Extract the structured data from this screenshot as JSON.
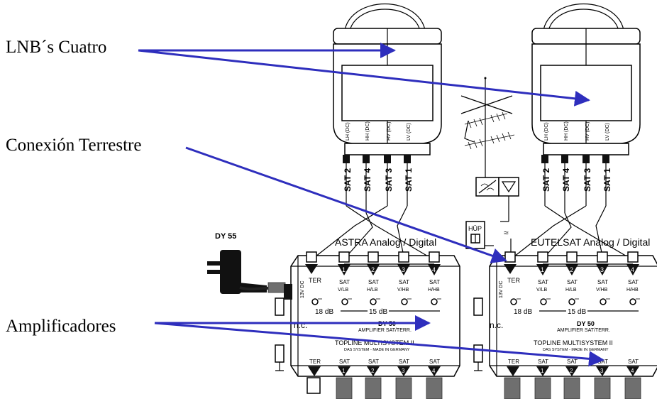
{
  "callouts": {
    "lnb": "LNB´s Cuatro",
    "terrestrial": "Conexión Terrestre",
    "amplifiers": "Amplificadores"
  },
  "power_supply_label": "DY 55",
  "hup_label": "HÜP",
  "lnb_ports": [
    "LH (DC)",
    "HH (DC)",
    "HV (DC)",
    "LV (DC)"
  ],
  "sat_cables": [
    "SAT 2",
    "SAT 4",
    "SAT 3",
    "SAT 1"
  ],
  "group_left": "ASTRA Analog / Digital",
  "group_right": "EUTELSAT Analog / Digital",
  "amplifier": {
    "in_ter": "TER",
    "in_nums": [
      "1",
      "2",
      "3",
      "4"
    ],
    "sat": "SAT",
    "sat_bands": [
      "V/LB",
      "H/LB",
      "V/HB",
      "H/HB"
    ],
    "dc": "13V DC",
    "att_ter": "18 dB",
    "att_sat": "15 dB",
    "nc": "n.c.",
    "model": "DY 50",
    "model_desc": "AMPLIFIER SAT/TERR.",
    "brand": "TOPLINE MULTISYSTEM II",
    "made_in": "DAS SYSTEM - MADE IN GERMANY"
  },
  "arrow_color": "#2e2ebd"
}
